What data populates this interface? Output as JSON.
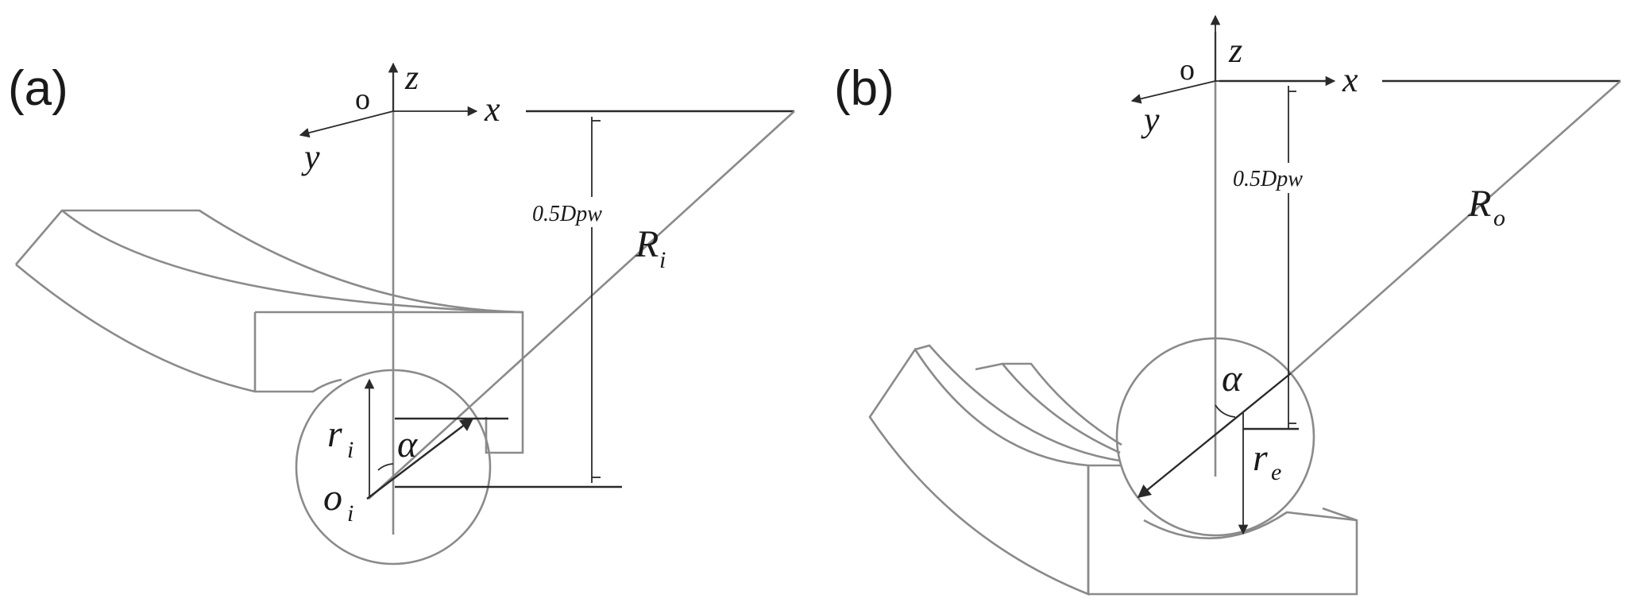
{
  "panel_a": {
    "label": "(a)",
    "origin": "o",
    "axis_z": "z",
    "axis_x": "x",
    "axis_y": "y",
    "dimension": "0.5Dpw",
    "radius_main": "R",
    "radius_main_sub": "i",
    "radius_small": "r",
    "radius_small_sub": "i",
    "angle": "α",
    "center": "o",
    "center_sub": "i"
  },
  "panel_b": {
    "label": "(b)",
    "origin": "o",
    "axis_z": "z",
    "axis_x": "x",
    "axis_y": "y",
    "dimension": "0.5Dpw",
    "radius_main": "R",
    "radius_main_sub": "o",
    "radius_small": "r",
    "radius_small_sub": "e",
    "angle": "α"
  }
}
